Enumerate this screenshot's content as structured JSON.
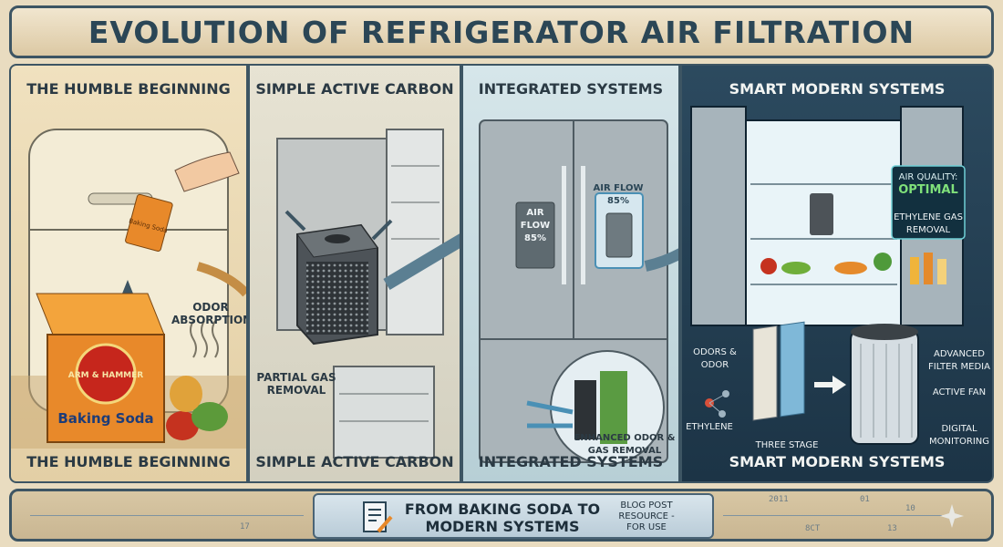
{
  "title": "EVOLUTION OF REFRIGERATOR AIR FILTRATION",
  "panels": [
    {
      "heading": "THE HUMBLE BEGINNING",
      "footer": "THE HUMBLE BEGINNING",
      "box_brand_line1": "ARM & HAMMER",
      "box_label": "Baking Soda",
      "packet_label": "Baking Soda",
      "callout": "ODOR ABSORPTION"
    },
    {
      "heading": "SIMPLE ACTIVE CARBON",
      "footer": "SIMPLE ACTIVE CARBON",
      "callout": "PARTIAL GAS REMOVAL"
    },
    {
      "heading": "INTEGRATED SYSTEMS",
      "footer": "INTEGRATED SYSTEMS",
      "door_readout": "AIR FLOW 85%",
      "filter_readout": "AIR FLOW 85%",
      "callout": "ENHANCED ODOR & GAS REMOVAL"
    },
    {
      "heading": "SMART MODERN SYSTEMS",
      "footer": "SMART MODERN SYSTEMS",
      "air_quality_label": "AIR QUALITY:",
      "air_quality_value": "OPTIMAL",
      "ethylene_box": "ETHYLENE GAS REMOVAL",
      "odors_label": "ODORS & ODOR",
      "ethylene_label": "ETHYLENE",
      "three_stage_label": "THREE STAGE",
      "feature_1": "ADVANCED FILTER MEDIA",
      "feature_2": "ACTIVE FAN",
      "feature_3": "DIGITAL MONITORING"
    }
  ],
  "banner": {
    "main_text": "FROM BAKING SODA TO MODERN SYSTEMS",
    "side_text": "BLOG POST RESOURCE - FOR USE",
    "deco_numbers": [
      "17",
      "2011",
      "01",
      "10",
      "8CT",
      "13"
    ]
  },
  "colors": {
    "frame": "#3d5563",
    "title_text": "#2b4656",
    "baking_soda_orange": "#e8892a",
    "carbon_gray": "#4d5358",
    "steel": "#aab4b9",
    "smart_panel": "#1c3446",
    "optimal_green": "#7fe07a",
    "arrow_blue": "#5b7f92"
  }
}
